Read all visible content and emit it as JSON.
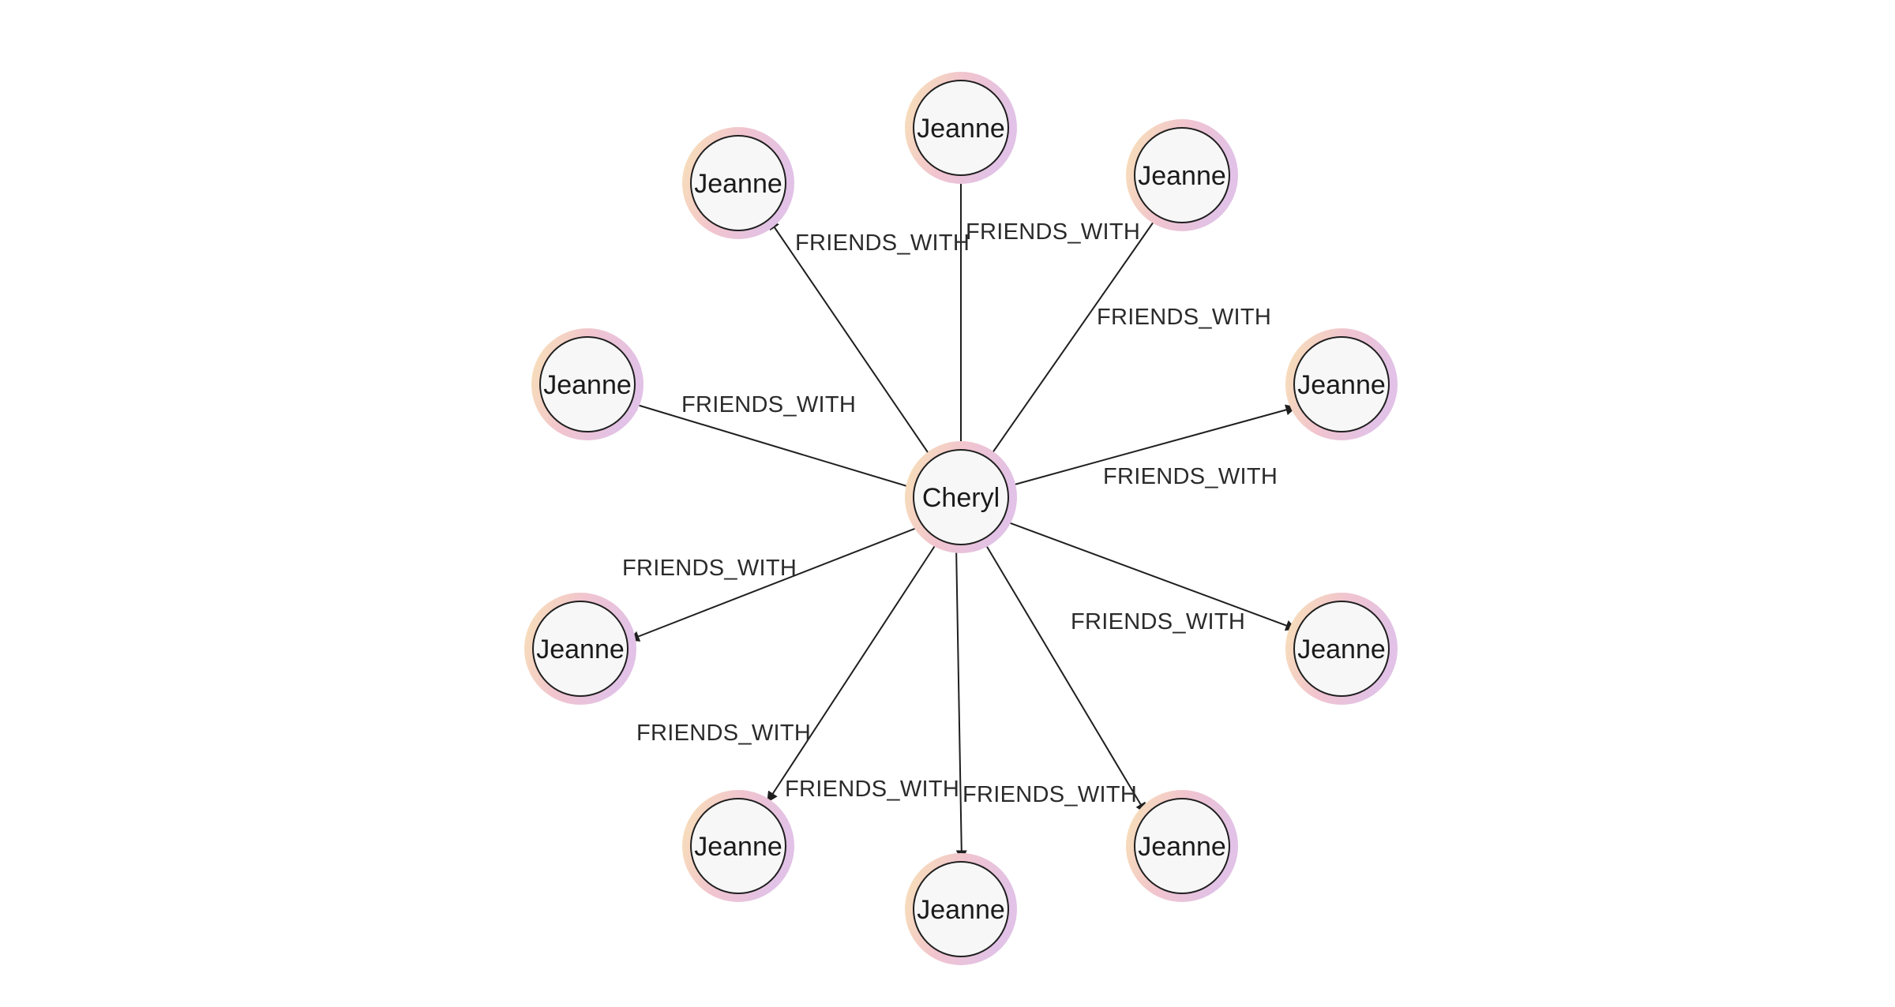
{
  "graph": {
    "center": {
      "label": "Cheryl"
    },
    "edge_label": "FRIENDS_WITH",
    "nodes": [
      {
        "label": "Jeanne"
      },
      {
        "label": "Jeanne"
      },
      {
        "label": "Jeanne"
      },
      {
        "label": "Jeanne"
      },
      {
        "label": "Jeanne"
      },
      {
        "label": "Jeanne"
      },
      {
        "label": "Jeanne"
      },
      {
        "label": "Jeanne"
      },
      {
        "label": "Jeanne"
      },
      {
        "label": "Jeanne"
      }
    ],
    "edges": [
      {
        "label": "FRIENDS_WITH"
      },
      {
        "label": "FRIENDS_WITH"
      },
      {
        "label": "FRIENDS_WITH"
      },
      {
        "label": "FRIENDS_WITH"
      },
      {
        "label": "FRIENDS_WITH"
      },
      {
        "label": "FRIENDS_WITH"
      },
      {
        "label": "FRIENDS_WITH"
      },
      {
        "label": "FRIENDS_WITH"
      },
      {
        "label": "FRIENDS_WITH"
      },
      {
        "label": "FRIENDS_WITH"
      }
    ]
  },
  "colors": {
    "edge": "#1f1f1f",
    "node_fill": "#f7f7f7",
    "halo_start": "#f8e0b8",
    "halo_mid": "#f1c4cf",
    "halo_end": "#e2c2e6",
    "text": "#1a1a1a"
  }
}
